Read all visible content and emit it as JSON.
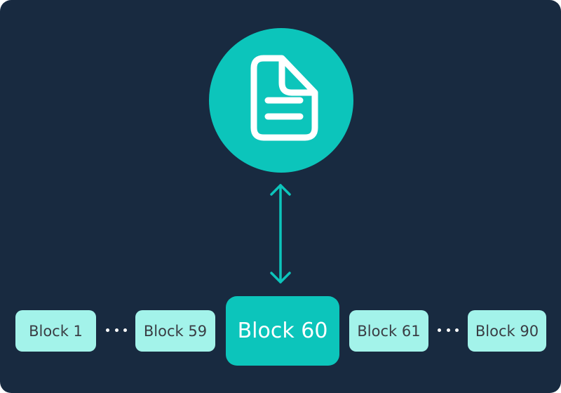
{
  "diagram": {
    "document": {
      "icon": "document-icon",
      "color": "#0cc5bb"
    },
    "connector": {
      "icon": "bidirectional-arrow-icon",
      "color": "#0cc5bb"
    },
    "blocks": [
      {
        "label": "Block 1"
      },
      {
        "label": "Block 59"
      },
      {
        "label": "Block 60",
        "highlighted": true
      },
      {
        "label": "Block 61"
      },
      {
        "label": "Block 90"
      }
    ],
    "ellipsis": "...",
    "colors": {
      "background": "#182a40",
      "accent": "#0cc5bb",
      "block_light": "#a3f3ea",
      "block_text": "#3a3d44"
    }
  }
}
